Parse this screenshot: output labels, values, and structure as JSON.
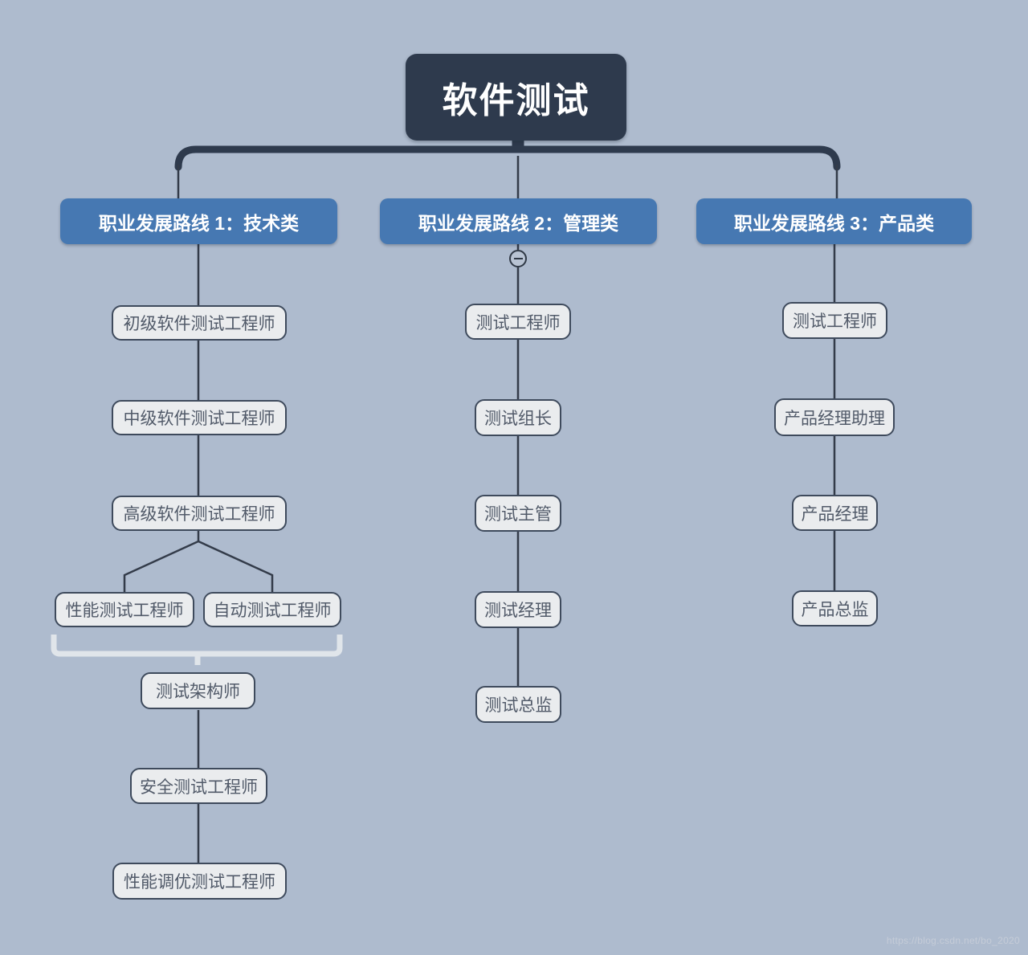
{
  "root": {
    "label": "软件测试"
  },
  "branches": [
    {
      "label": "职业发展路线 1：技术类",
      "nodes": [
        "初级软件测试工程师",
        "中级软件测试工程师",
        "高级软件测试工程师",
        "性能测试工程师",
        "自动测试工程师",
        "测试架构师",
        "安全测试工程师",
        "性能调优测试工程师"
      ]
    },
    {
      "label": "职业发展路线 2：管理类",
      "collapse_icon": "minus-circle-icon",
      "nodes": [
        "测试工程师",
        "测试组长",
        "测试主管",
        "测试经理",
        "测试总监"
      ]
    },
    {
      "label": "职业发展路线 3：产品类",
      "nodes": [
        "测试工程师",
        "产品经理助理",
        "产品经理",
        "产品总监"
      ]
    }
  ],
  "watermark": "https://blog.csdn.net/bo_2020",
  "colors": {
    "background": "#aebbce",
    "root_bg": "#2e3a4d",
    "branch_bg": "#4678b2",
    "node_bg": "#eaecee",
    "node_border": "#3e4a5c",
    "node_text": "#515a69",
    "line": "#333b49",
    "bracket": "#e0e5ea"
  }
}
